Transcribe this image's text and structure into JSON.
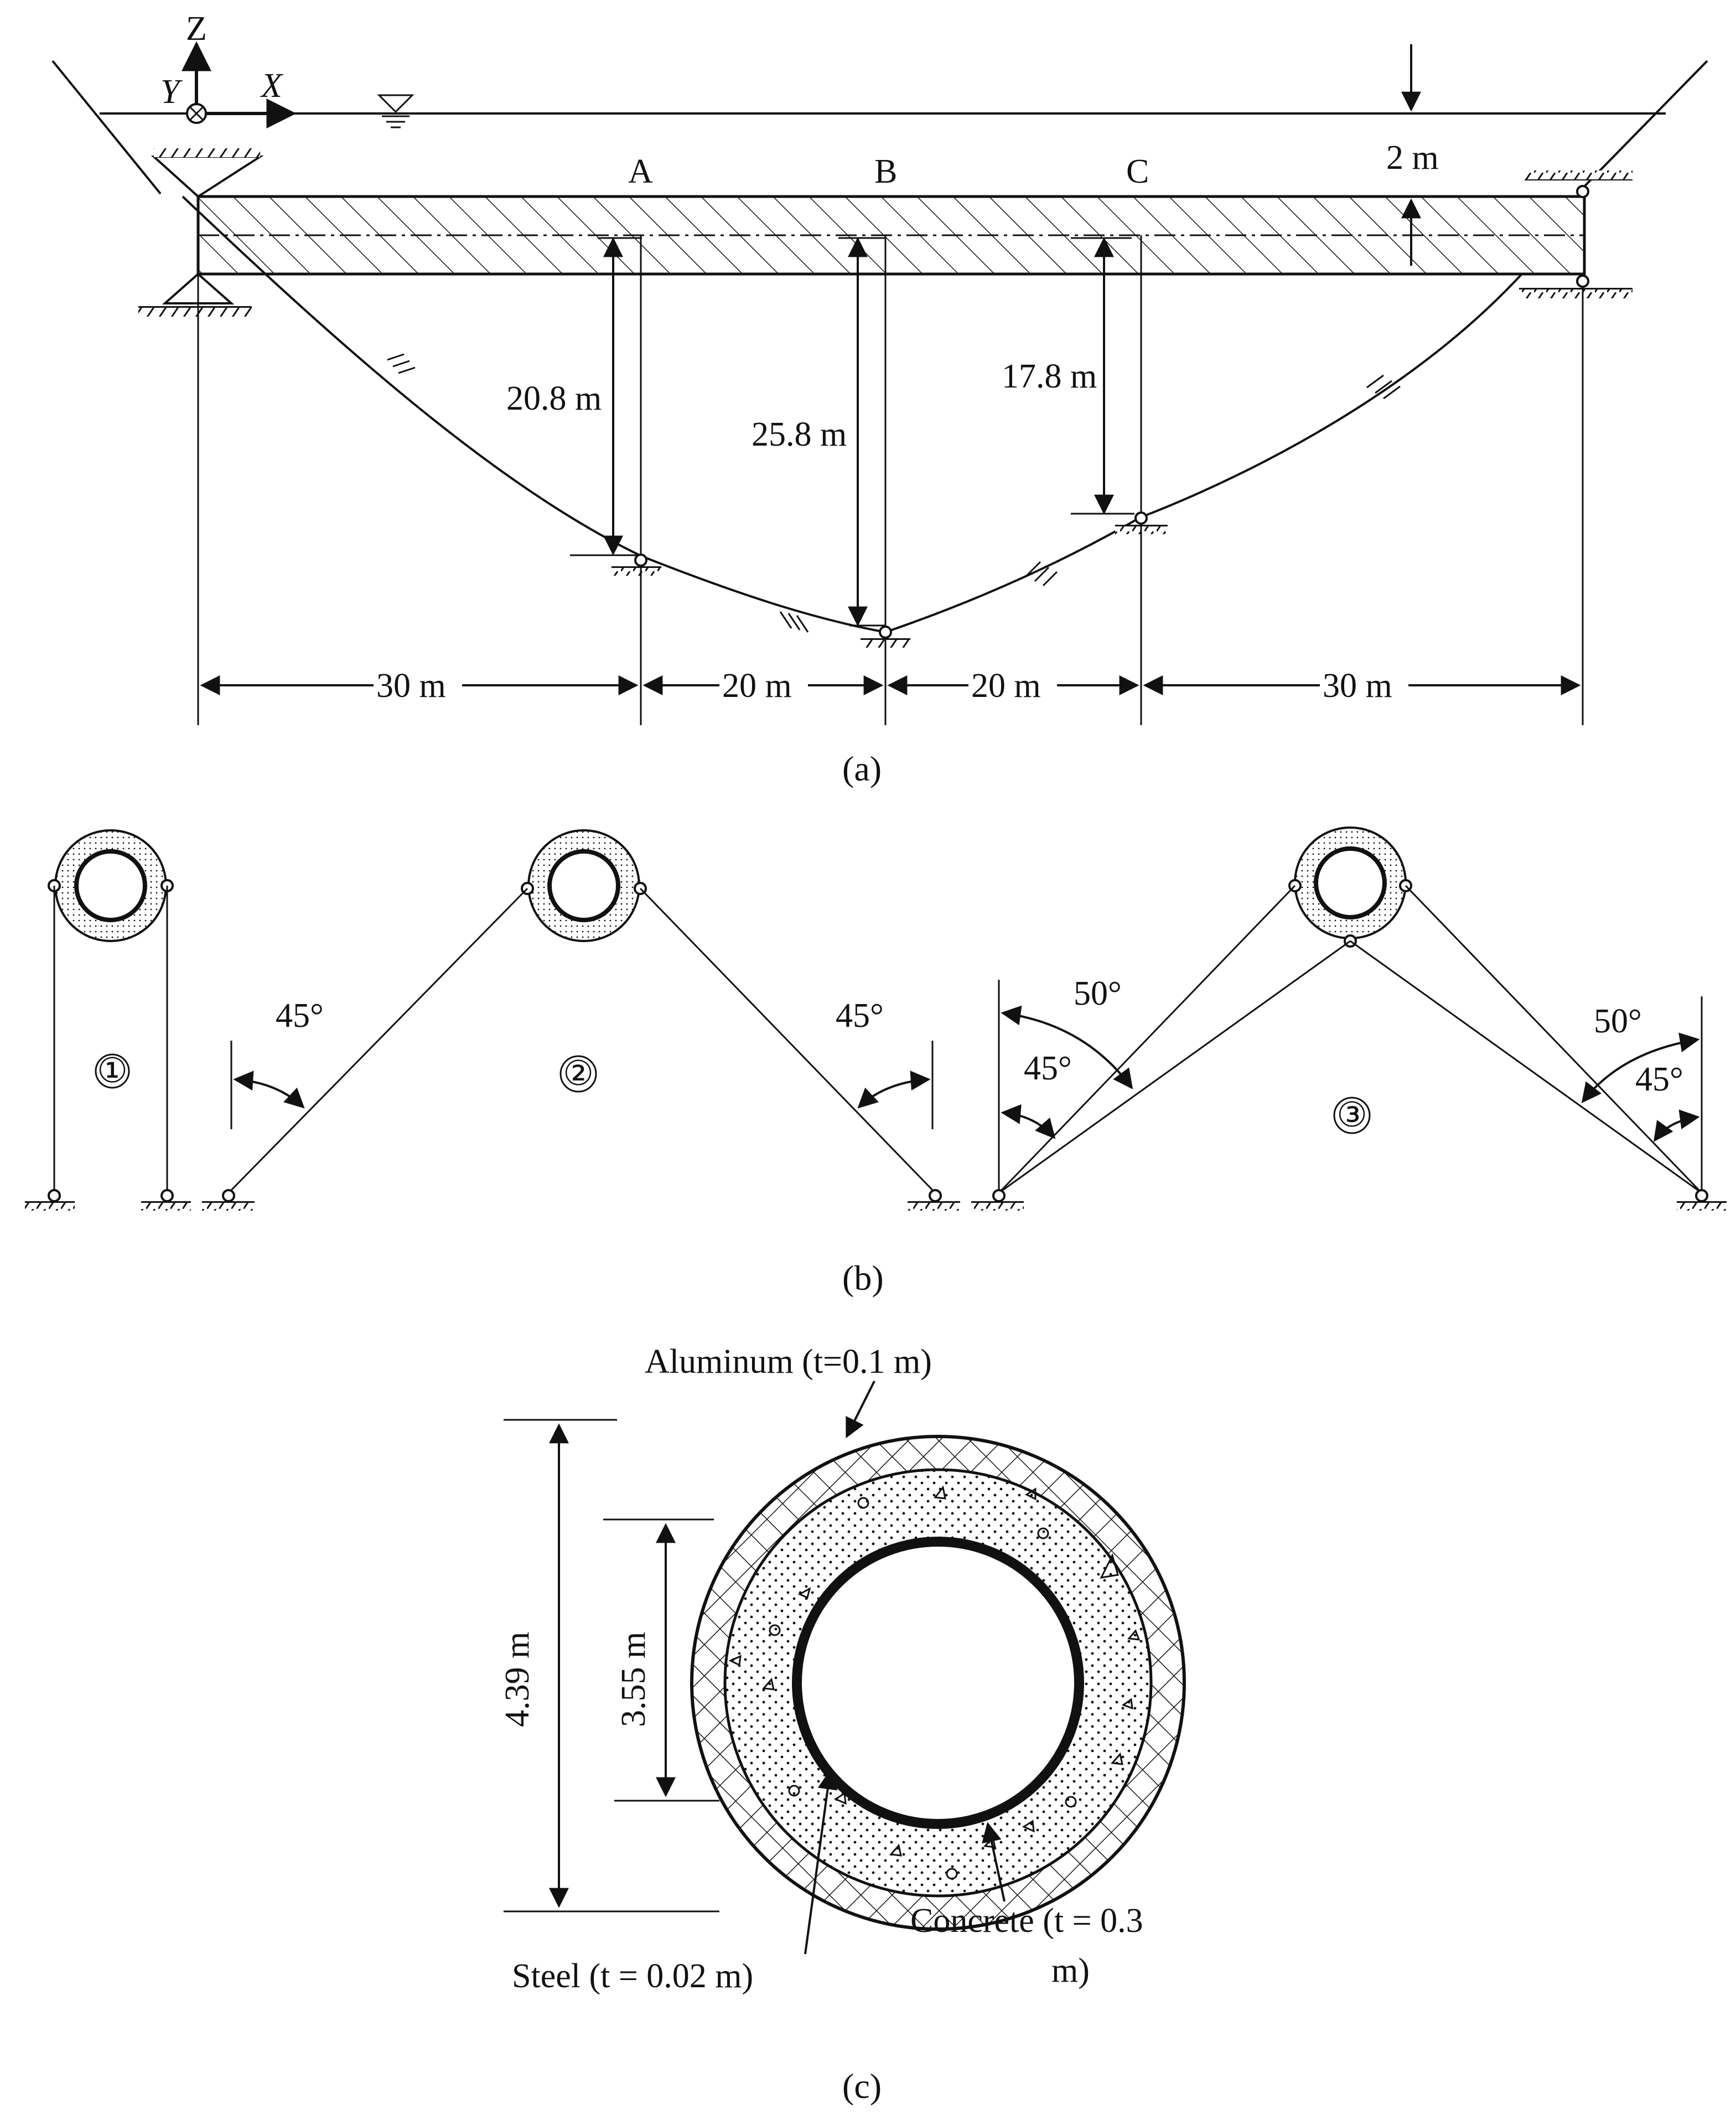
{
  "panel_a": {
    "caption": "(a)",
    "axes": {
      "z": "Z",
      "y": "Y",
      "x": "X"
    },
    "points": {
      "a": "A",
      "b": "B",
      "c": "C"
    },
    "depth_label": "2 m",
    "heights": {
      "a": "20.8 m",
      "b": "25.8 m",
      "c": "17.8 m"
    },
    "spans": [
      "30 m",
      "20 m",
      "20 m",
      "30 m"
    ]
  },
  "panel_b": {
    "caption": "(b)",
    "configs": [
      "①",
      "②",
      "③"
    ],
    "angles": {
      "c2_left": "45°",
      "c2_right": "45°",
      "c3_left_outer": "50°",
      "c3_left_inner": "45°",
      "c3_right_outer": "50°",
      "c3_right_inner": "45°"
    }
  },
  "panel_c": {
    "caption": "(c)",
    "aluminum": "Aluminum (t=0.1 m)",
    "steel": "Steel (t = 0.02 m)",
    "concrete_line1": "Concrete (t = 0.3",
    "concrete_line2": "m)",
    "outer_diameter": "4.39 m",
    "inner_diameter": "3.55 m"
  },
  "colors": {
    "ink": "#111111",
    "background": "#ffffff"
  }
}
